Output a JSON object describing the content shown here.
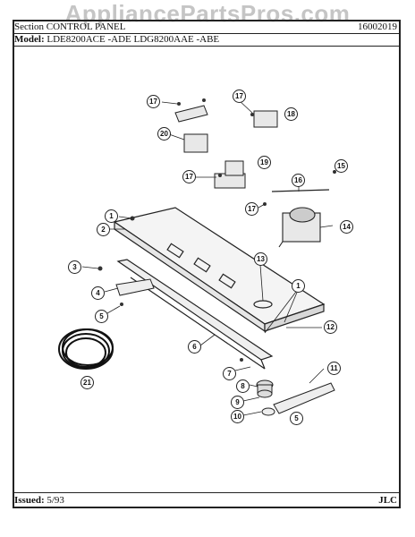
{
  "watermark": "AppliancePartsPros.com",
  "header": {
    "section_label": "Section",
    "section_name": "CONTROL PANEL",
    "doc_number": "16002019"
  },
  "model": {
    "label": "Model:",
    "value": "LDE8200ACE -ADE  LDG8200AAE -ABE"
  },
  "footer": {
    "issued_label": "Issued:",
    "issued_date": "5/93",
    "code": "JLC"
  },
  "callouts": [
    "1",
    "2",
    "3",
    "4",
    "5",
    "6",
    "7",
    "8",
    "9",
    "10",
    "11",
    "12",
    "13",
    "14",
    "15",
    "16",
    "17",
    "18",
    "19",
    "20",
    "21"
  ]
}
